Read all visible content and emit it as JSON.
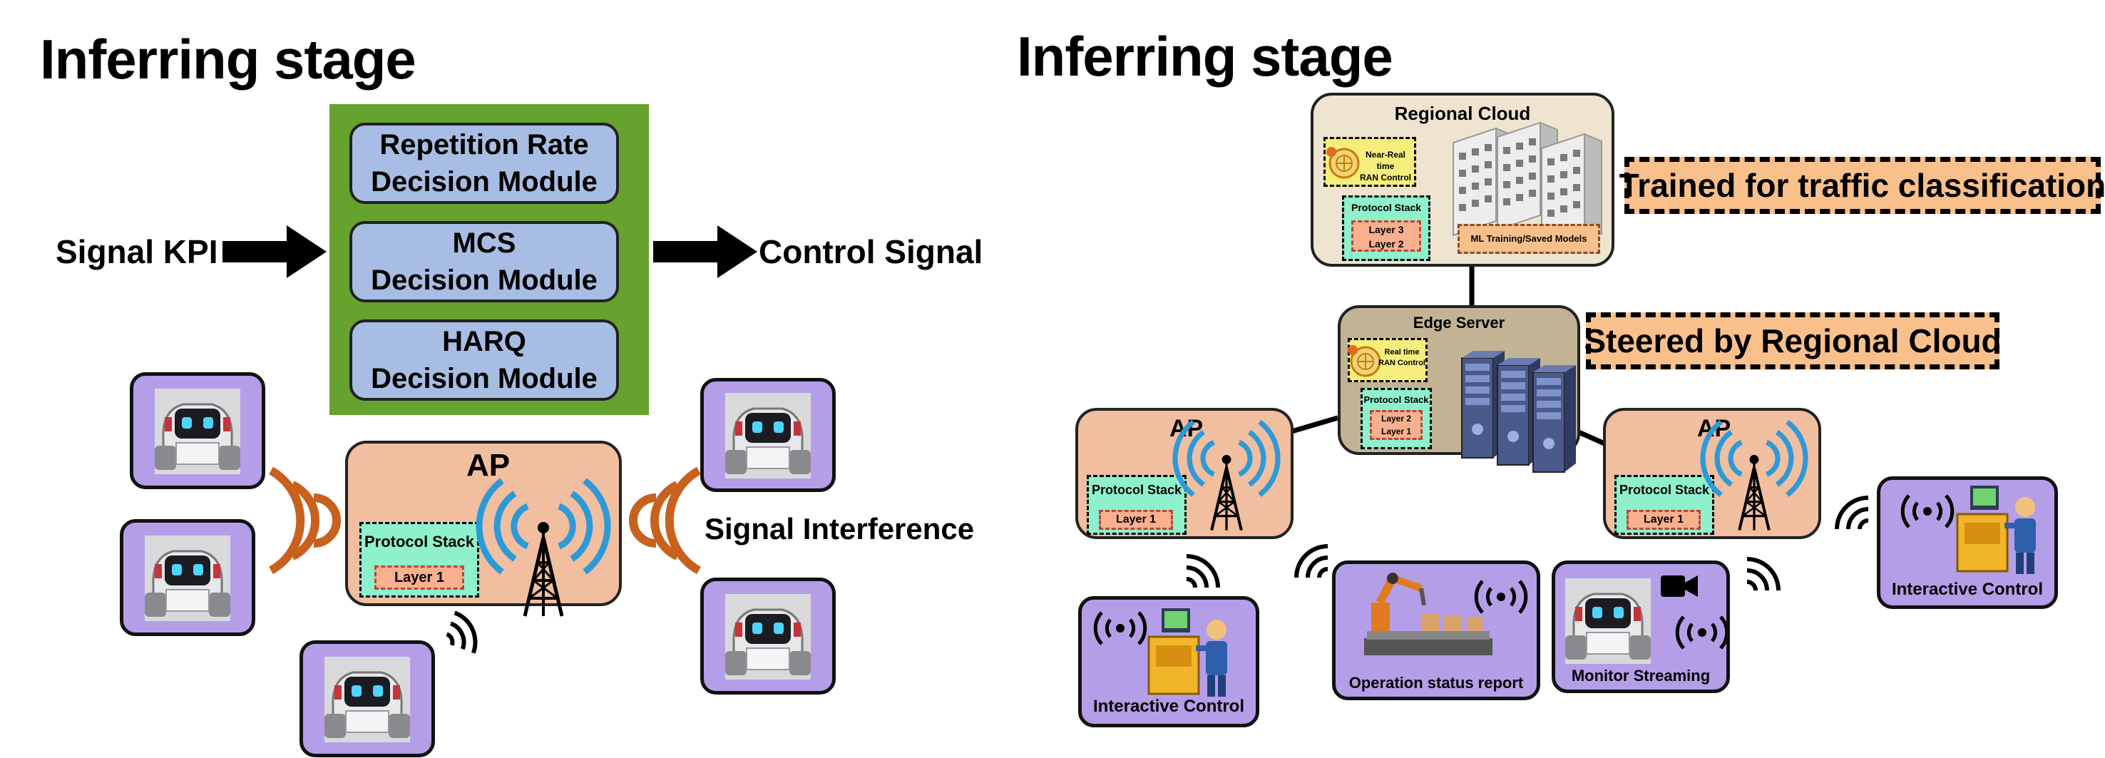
{
  "left": {
    "title": "Inferring stage",
    "input_label": "Signal KPI",
    "output_label": "Control Signal",
    "modules": [
      "Repetition Rate\nDecision Module",
      "MCS\nDecision Module",
      "HARQ\nDecision Module"
    ],
    "ap": {
      "label": "AP",
      "protocol_stack": "Protocol Stack",
      "layer": "Layer 1"
    },
    "interference_label": "Signal Interference"
  },
  "right": {
    "title": "Inferring stage",
    "regional_cloud": {
      "label": "Regional Cloud",
      "ric": "Near-Real time\nRAN Control",
      "protocol_stack": "Protocol Stack",
      "layers": [
        "Layer 3",
        "Layer 2"
      ],
      "ml": "ML Training/Saved Models"
    },
    "edge_server": {
      "label": "Edge Server",
      "ric": "Real time\nRAN Control",
      "protocol_stack": "Protocol Stack",
      "layers": [
        "Layer 2",
        "Layer 1"
      ]
    },
    "ap_left": {
      "label": "AP",
      "protocol_stack": "Protocol Stack",
      "layer": "Layer 1"
    },
    "ap_right": {
      "label": "AP",
      "protocol_stack": "Protocol Stack",
      "layer": "Layer 1"
    },
    "tag_trained": "Trained for traffic classification",
    "tag_steered": "Steered by Regional Cloud",
    "devices": [
      "Interactive Control",
      "Operation status report",
      "Monitor Streaming",
      "Interactive Control"
    ]
  },
  "colors": {
    "module_panel": "#66a22e",
    "module": "#a8bde3",
    "ap_box": "#f1bea0",
    "device": "#b49ee8",
    "protocol": "#8ff0cc",
    "layer": "#f8b08f",
    "tag": "#f9c08c",
    "edge": "#c2b394",
    "cloud": "#efe4cf",
    "antenna_waves": "#2d9ad8",
    "interference": "#c9611e"
  },
  "icons": [
    "robot-icon",
    "antenna-tower-icon",
    "wifi-waves-icon",
    "interference-waves-icon",
    "building-icon",
    "server-rack-icon",
    "gear-globe-icon",
    "industrial-operator-icon",
    "robotic-arm-conveyor-icon",
    "video-camera-icon",
    "broadcast-icon"
  ]
}
